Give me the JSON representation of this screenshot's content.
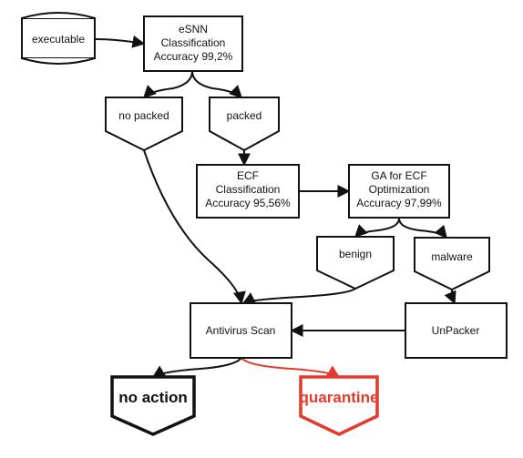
{
  "colors": {
    "stroke": "#111111",
    "accent": "#e23b2e"
  },
  "nodes": {
    "executable": {
      "label": "executable"
    },
    "esnn": {
      "lines": [
        "eSNN",
        "Classification",
        "Accuracy 99,2%"
      ]
    },
    "no_packed": {
      "label": "no packed"
    },
    "packed": {
      "label": "packed"
    },
    "ecf": {
      "lines": [
        "ECF",
        "Classification",
        "Accuracy 95,56%"
      ]
    },
    "ga": {
      "lines": [
        "GA for ECF",
        "Optimization",
        "Accuracy 97,99%"
      ]
    },
    "benign": {
      "label": "benign"
    },
    "malware": {
      "label": "malware"
    },
    "antivirus": {
      "label": "Antivirus Scan"
    },
    "unpacker": {
      "label": "UnPacker"
    },
    "no_action": {
      "label": "no action"
    },
    "quarantine": {
      "label": "quarantine"
    }
  }
}
